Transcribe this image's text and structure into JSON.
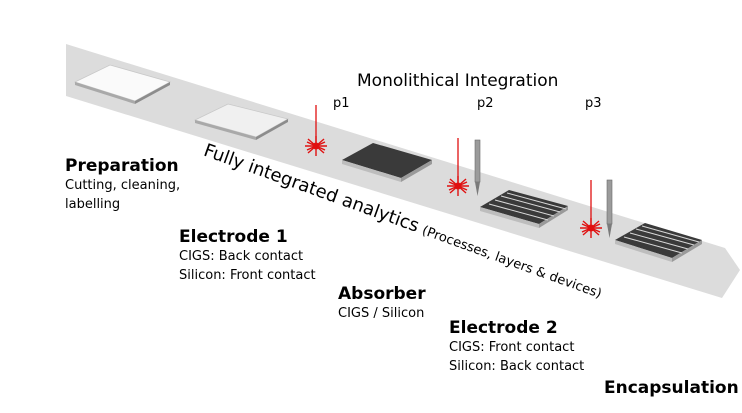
{
  "title": "Monolithical Integration",
  "analytics": {
    "main": "Fully integrated analytics",
    "sub": "(Processes, layers & devices)"
  },
  "process_labels": [
    "p1",
    "p2",
    "p3"
  ],
  "stages": [
    {
      "title": "Preparation",
      "lines": [
        "Cutting, cleaning,",
        "labelling"
      ]
    },
    {
      "title": "Electrode 1",
      "lines": [
        "CIGS: Back contact",
        "Silicon: Front contact"
      ]
    },
    {
      "title": "Absorber",
      "lines": [
        "CIGS / Silicon"
      ]
    },
    {
      "title": "Electrode 2",
      "lines": [
        "CIGS: Front contact",
        "Silicon: Back contact"
      ]
    },
    {
      "title": "Encapsulation",
      "lines": []
    }
  ],
  "colors": {
    "band": "#dcdcdc",
    "laser": "#e01010",
    "glass": "#f4f4f4",
    "absorber": "#3a3a3a",
    "scribe": "#d8d8d8"
  }
}
